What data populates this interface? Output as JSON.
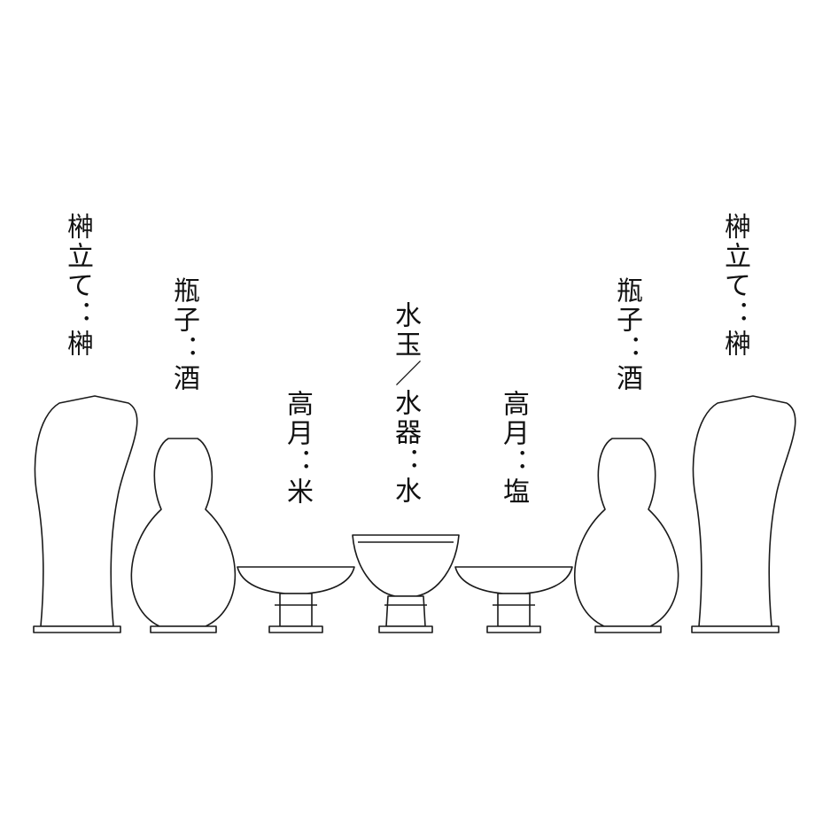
{
  "diagram": {
    "labels": {
      "left_stand": "榊立て：榊",
      "left_flask": "瓶子：酒",
      "left_cup": "高月：米",
      "center_cup": "水玉／水器：水",
      "right_cup": "高月：塩",
      "right_flask": "瓶子：酒",
      "right_stand": "榊立て：榊"
    },
    "vessels": [
      {
        "name": "sakaki-stand-left",
        "type": "tall vase"
      },
      {
        "name": "heishi-left",
        "type": "gourd flask"
      },
      {
        "name": "takatsuki-left",
        "type": "footed dish"
      },
      {
        "name": "mizutama",
        "type": "footed cup"
      },
      {
        "name": "takatsuki-right",
        "type": "footed dish"
      },
      {
        "name": "heishi-right",
        "type": "gourd flask"
      },
      {
        "name": "sakaki-stand-right",
        "type": "tall vase"
      }
    ],
    "line_color": "#1a1a1a",
    "background": "#ffffff"
  }
}
